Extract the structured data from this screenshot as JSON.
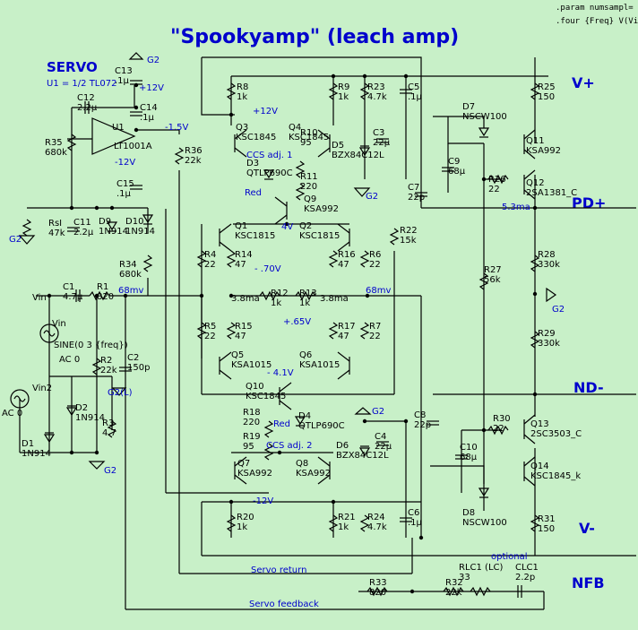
{
  "title": "\"Spookyamp\" (leach amp)",
  "servo_title": "SERVO",
  "servo_note": "U1 = 1/2 TL072",
  "directives": [
    ".param numsampl=",
    ".four {Freq} V(Vin) V"
  ],
  "nets": {
    "vplus": "V+",
    "pdplus": "PD+",
    "ndminus": "ND-",
    "vminus": "V-",
    "nfb": "NFB"
  },
  "blue_labels": {
    "p12_top": "+12V",
    "p12_mid": "+12V",
    "m12_servo": "-12V",
    "m15": "-1.5V",
    "m12_bottom": "-12V",
    "ccs1": "CCS adj. 1",
    "ccs2": "CCS adj. 2",
    "v4": "4V",
    "m70": "- .70V",
    "p65": "+.65V",
    "m41": "- 4.1V",
    "ma38a": "3.8ma",
    "ma38b": "3.8ma",
    "mv68a": "68mv",
    "mv68b": "68mv",
    "ma53": "5.3ma",
    "g2l": "G2(L)",
    "servo_return": "Servo return",
    "servo_feedback": "Servo feedback",
    "optional": "optional"
  },
  "red_labels": {
    "red1": "Red",
    "red2": "Red"
  },
  "grounds": {
    "g2a": "G2",
    "g2b": "G2",
    "g2c": "G2",
    "g2d": "G2",
    "g2e": "G2",
    "g2f": "G2",
    "g2g": "G2"
  },
  "sources": {
    "vin": "Vin",
    "vin_sine": "SINE(0 3 {freq})",
    "vin_ac": "AC 0",
    "vin2": "Vin2",
    "vin2_ac": "AC 0"
  },
  "opamp": {
    "ref": "U1",
    "part": "LT1001A"
  },
  "parts": {
    "C13": [
      "C13",
      ".1µ"
    ],
    "C14": [
      "C14",
      ".1µ"
    ],
    "C15": [
      "C15",
      ".1µ"
    ],
    "C12": [
      "C12",
      "2.2µ"
    ],
    "R35": [
      "R35",
      "680k"
    ],
    "R36": [
      "R36",
      "22k"
    ],
    "RsI": [
      "RsI",
      "47k"
    ],
    "C11": [
      "C11",
      "2.2µ"
    ],
    "D9": [
      "D9",
      "1N914"
    ],
    "D10": [
      "D10",
      "1N914"
    ],
    "R34": [
      "R34",
      "680k"
    ],
    "C1": [
      "C1",
      "4.7µ"
    ],
    "R1": [
      "R1",
      "820"
    ],
    "R2": [
      "R2",
      "22k"
    ],
    "C2": [
      "C2",
      "150p"
    ],
    "D1": [
      "D1",
      "1N914"
    ],
    "D2": [
      "D2",
      "1N914"
    ],
    "R3": [
      "R3",
      "4.7"
    ],
    "R8": [
      "R8",
      "1k"
    ],
    "R9": [
      "R9",
      "1k"
    ],
    "R23": [
      "R23",
      "4.7k"
    ],
    "C5": [
      "C5",
      ".1µ"
    ],
    "Q3": [
      "Q3",
      "KSC1845"
    ],
    "Q4": [
      "Q4",
      "KSC1845"
    ],
    "C3": [
      "C3",
      "22µ"
    ],
    "D3": [
      "D3",
      "QTLP690C"
    ],
    "R10": [
      "R10",
      "95"
    ],
    "R11": [
      "R11",
      "220"
    ],
    "Q9": [
      "Q9",
      "KSA992"
    ],
    "D5": [
      "D5",
      "BZX84C12L"
    ],
    "Q1": [
      "Q1",
      "KSC1815"
    ],
    "Q2": [
      "Q2",
      "KSC1815"
    ],
    "R4": [
      "R4",
      "22"
    ],
    "R14": [
      "R14",
      "47"
    ],
    "R16": [
      "R16",
      "47"
    ],
    "R6": [
      "R6",
      "22"
    ],
    "R22": [
      "R22",
      "15k"
    ],
    "R12": [
      "R12",
      "1k"
    ],
    "R13": [
      "R13",
      "1k"
    ],
    "R5": [
      "R5",
      "22"
    ],
    "R15": [
      "R15",
      "47"
    ],
    "R17": [
      "R17",
      "47"
    ],
    "R7": [
      "R7",
      "22"
    ],
    "Q5": [
      "Q5",
      "KSA1015"
    ],
    "Q6": [
      "Q6",
      "KSA1015"
    ],
    "Q10": [
      "Q10",
      "KSC1845"
    ],
    "R18": [
      "R18",
      "220"
    ],
    "R19": [
      "R19",
      "95"
    ],
    "D4": [
      "D4",
      "QTLP690C"
    ],
    "Q7": [
      "Q7",
      "KSA992"
    ],
    "Q8": [
      "Q8",
      "KSA992"
    ],
    "C4": [
      "C4",
      "22µ"
    ],
    "D6": [
      "D6",
      "BZX84C12L"
    ],
    "R20": [
      "R20",
      "1k"
    ],
    "R21": [
      "R21",
      "1k"
    ],
    "R24": [
      "R24",
      "4.7k"
    ],
    "C6": [
      "C6",
      ".1µ"
    ],
    "C7": [
      "C7",
      "22p"
    ],
    "C8": [
      "C8",
      "22p"
    ],
    "R25": [
      "R25",
      "150"
    ],
    "D7": [
      "D7",
      "NSCW100"
    ],
    "Q11": [
      "Q11",
      "KSA992"
    ],
    "C9": [
      "C9",
      "68µ"
    ],
    "R26": [
      "R26",
      "22"
    ],
    "Q12": [
      "Q12",
      "2SA1381_C"
    ],
    "R27": [
      "R27",
      "56k"
    ],
    "R28": [
      "R28",
      "330k"
    ],
    "R29": [
      "R29",
      "330k"
    ],
    "R30": [
      "R30",
      "22"
    ],
    "Q13": [
      "Q13",
      "2SC3503_C"
    ],
    "C10": [
      "C10",
      "68µ"
    ],
    "Q14": [
      "Q14",
      "KSC1845_k"
    ],
    "D8": [
      "D8",
      "NSCW100"
    ],
    "R31": [
      "R31",
      "150"
    ],
    "R33": [
      "R33",
      "820"
    ],
    "R32": [
      "R32",
      "22k"
    ],
    "RLC1": [
      "RLC1 (LC)",
      "33"
    ],
    "CLC1": [
      "CLC1",
      "2.2p"
    ]
  }
}
